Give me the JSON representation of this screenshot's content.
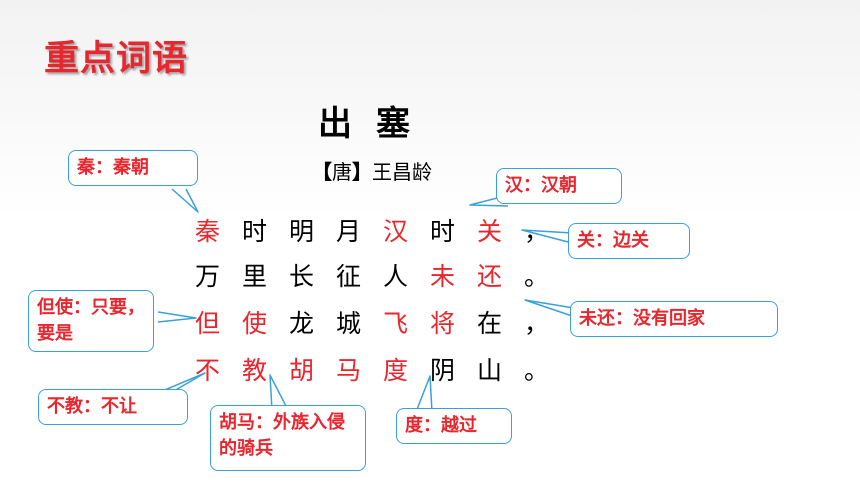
{
  "heading": "重点词语",
  "poem": {
    "title": "出塞",
    "dynasty_open": "【",
    "dynasty": "唐",
    "dynasty_close": "】",
    "author": "王昌龄",
    "lines": [
      {
        "chars": [
          "秦",
          "时",
          "明",
          "月",
          "汉",
          "时",
          "关"
        ],
        "punct": "，",
        "red": [
          0,
          4,
          6
        ]
      },
      {
        "chars": [
          "万",
          "里",
          "长",
          "征",
          "人",
          "未",
          "还"
        ],
        "punct": "。",
        "red": [
          5,
          6
        ]
      },
      {
        "chars": [
          "但",
          "使",
          "龙",
          "城",
          "飞",
          "将",
          "在"
        ],
        "punct": "，",
        "red": [
          0,
          1,
          4,
          5
        ]
      },
      {
        "chars": [
          "不",
          "教",
          "胡",
          "马",
          "度",
          "阴",
          "山"
        ],
        "punct": "。",
        "red": [
          0,
          1,
          2,
          3,
          4
        ]
      }
    ]
  },
  "callouts": {
    "qin": "秦：秦朝",
    "han": "汉：汉朝",
    "guan": "关：边关",
    "danshi": "但使：只要，要是",
    "weihuan": "未还：没有回家",
    "bujiao": "不教：不让",
    "huma": "胡马：外族入侵的骑兵",
    "du": "度：越过"
  },
  "colors": {
    "accent_red": "#e8262d",
    "callout_border": "#3aa0d8",
    "text": "#000000"
  }
}
